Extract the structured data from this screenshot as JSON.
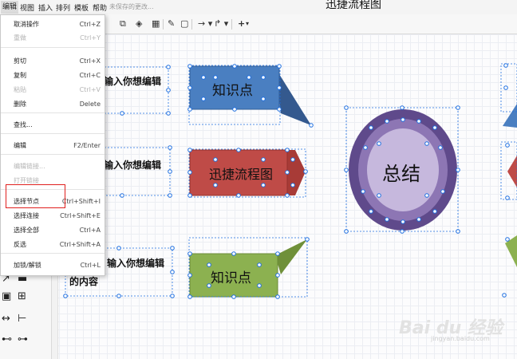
{
  "window": {
    "title": "迅捷流程图",
    "unsaved_notice": "未保存的更改..."
  },
  "menubar": [
    "编辑",
    "视图",
    "插入",
    "排列",
    "模板",
    "帮助"
  ],
  "toolbar": {
    "add_label": "+"
  },
  "edit_menu": [
    {
      "label": "取消操作",
      "shortcut": "Ctrl+Z",
      "disabled": false
    },
    {
      "label": "重做",
      "shortcut": "Ctrl+Y",
      "disabled": true
    },
    {
      "label": "剪切",
      "shortcut": "Ctrl+X",
      "disabled": false
    },
    {
      "label": "复制",
      "shortcut": "Ctrl+C",
      "disabled": false
    },
    {
      "label": "粘贴",
      "shortcut": "Ctrl+V",
      "disabled": true
    },
    {
      "label": "删除",
      "shortcut": "Delete",
      "disabled": false
    },
    {
      "label": "查找...",
      "shortcut": "",
      "disabled": false
    },
    {
      "label": "编辑",
      "shortcut": "F2/Enter",
      "disabled": false
    },
    {
      "label": "编辑链接...",
      "shortcut": "",
      "disabled": true
    },
    {
      "label": "打开链接",
      "shortcut": "",
      "disabled": true
    },
    {
      "label": "选择节点",
      "shortcut": "Ctrl+Shift+I",
      "disabled": false
    },
    {
      "label": "选择连接",
      "shortcut": "Ctrl+Shift+E",
      "disabled": false
    },
    {
      "label": "选择全部",
      "shortcut": "Ctrl+A",
      "disabled": false
    },
    {
      "label": "反选",
      "shortcut": "Ctrl+Shift+A",
      "disabled": false
    },
    {
      "label": "加锁/解锁",
      "shortcut": "Ctrl+L",
      "disabled": false
    }
  ],
  "canvas": {
    "notes": [
      "输入你想编辑",
      "输入你想编辑",
      "输入你想编辑",
      "的内容"
    ],
    "shapes": [
      "知识点",
      "迅捷流程图",
      "知识点",
      "总结"
    ],
    "colors": {
      "blue": "#4a7fc1",
      "red": "#bf4b47",
      "green": "#8cb150",
      "purple": "#5f4a8b",
      "handle": "#1f6fe0"
    }
  },
  "watermark": {
    "brand": "Bai du 经验",
    "url": "jingyan.baidu.com"
  }
}
